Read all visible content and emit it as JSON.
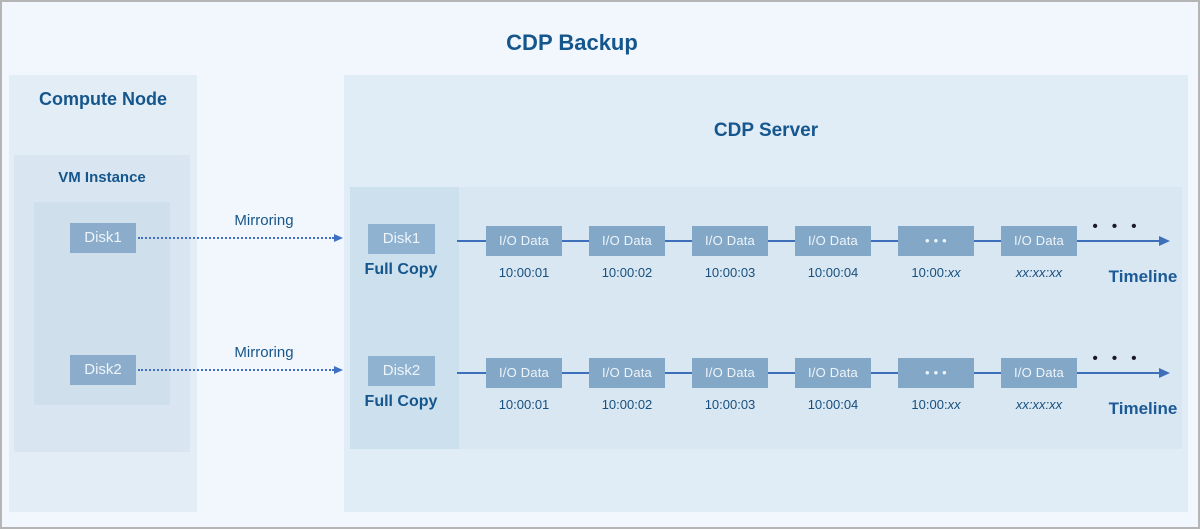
{
  "title": "CDP Backup",
  "colors": {
    "navy_text": "#15568d",
    "panel_light": "#e3edf6",
    "panel_mid": "#d9e7f2",
    "full_copy_strip": "#cde0ed",
    "disk_chip": "#8fb2d0",
    "io_box": "#83a8c7",
    "arrow_blue": "#3e6fba",
    "ellipsis_dark": "#1a1a24"
  },
  "compute_node": {
    "title": "Compute Node",
    "vm_instance": {
      "title": "VM Instance",
      "disks": [
        {
          "label": "Disk1"
        },
        {
          "label": "Disk2"
        }
      ]
    }
  },
  "mirroring": {
    "label": "Mirroring"
  },
  "server": {
    "title": "CDP Server",
    "rows": [
      {
        "disk": "Disk1",
        "full_copy": "Full Copy",
        "slots": [
          {
            "box": "I/O Data",
            "time": "10:00:01"
          },
          {
            "box": "I/O Data",
            "time": "10:00:02"
          },
          {
            "box": "I/O Data",
            "time": "10:00:03"
          },
          {
            "box": "I/O Data",
            "time": "10:00:04"
          },
          {
            "box": "• • •",
            "time_prefix": "10:00:",
            "time_italic": "xx"
          },
          {
            "box": "I/O Data",
            "time_italic": "xx:xx:xx"
          }
        ],
        "ellipsis": "• • •",
        "timeline_label": "Timeline"
      },
      {
        "disk": "Disk2",
        "full_copy": "Full Copy",
        "slots": [
          {
            "box": "I/O Data",
            "time": "10:00:01"
          },
          {
            "box": "I/O Data",
            "time": "10:00:02"
          },
          {
            "box": "I/O Data",
            "time": "10:00:03"
          },
          {
            "box": "I/O Data",
            "time": "10:00:04"
          },
          {
            "box": "• • •",
            "time_prefix": "10:00:",
            "time_italic": "xx"
          },
          {
            "box": "I/O Data",
            "time_italic": "xx:xx:xx"
          }
        ],
        "ellipsis": "• • •",
        "timeline_label": "Timeline"
      }
    ]
  }
}
